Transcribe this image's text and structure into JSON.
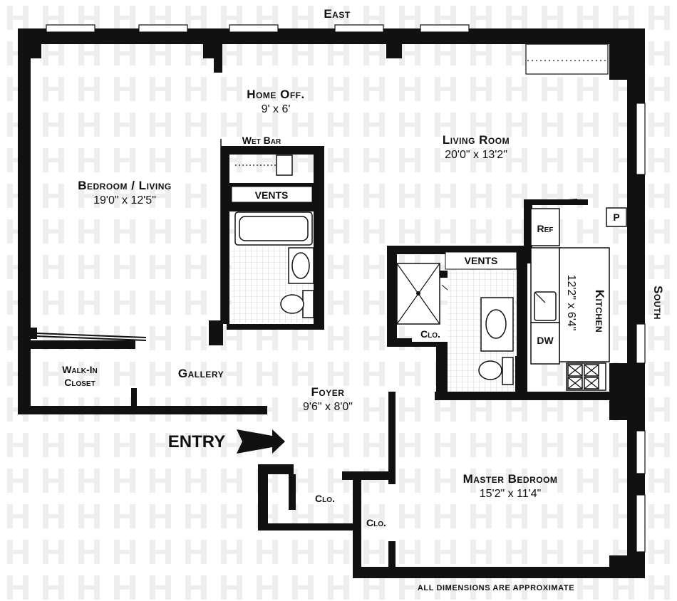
{
  "compass": {
    "east": "East",
    "south": "South"
  },
  "rooms": {
    "home_office": {
      "name": "Home Off.",
      "dims": "9' x 6'"
    },
    "living_room": {
      "name": "Living Room",
      "dims": "20'0\" x 13'2\""
    },
    "bedroom_living": {
      "name": "Bedroom / Living",
      "dims": "19'0\" x 12'5\""
    },
    "kitchen": {
      "name": "Kitchen",
      "dims": "12'2\" x 6'4\""
    },
    "foyer": {
      "name": "Foyer",
      "dims": "9'6\" x 8'0\""
    },
    "master_bedroom": {
      "name": "Master Bedroom",
      "dims": "15'2\" x 11'4\""
    },
    "walk_in_closet": {
      "name_line1": "Walk-In",
      "name_line2": "Closet"
    },
    "gallery": {
      "name": "Gallery"
    }
  },
  "fixtures": {
    "wet_bar": "Wet Bar",
    "vents_1": "VENTS",
    "vents_2": "VENTS",
    "ref": "Ref",
    "dw": "DW",
    "pantry": "P",
    "clo_bath": "Clo.",
    "clo_foyer": "Clo.",
    "clo_master": "Clo."
  },
  "entry": "ENTRY",
  "footnote": "ALL DIMENSIONS ARE APPROXIMATE",
  "colors": {
    "wall": "#111111",
    "background": "#ffffff",
    "watermark": "#ececec"
  }
}
